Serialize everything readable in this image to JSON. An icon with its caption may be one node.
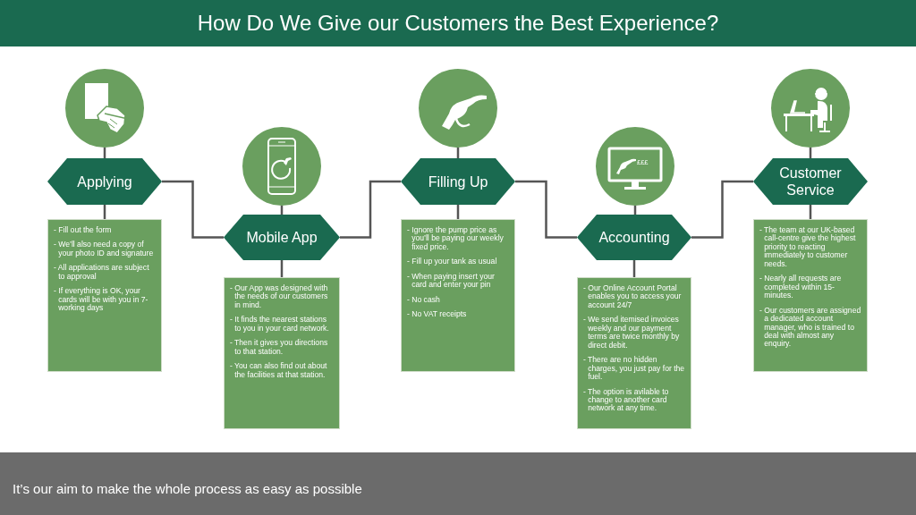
{
  "diagram": {
    "title": "How Do We Give our Customers the Best Experience?",
    "caption": "It’s our aim to make the whole process as easy as possible",
    "nodes": [
      {
        "text": [],
        "shape": "circle"
      },
      {
        "text": [
          "Applying"
        ]
      },
      {
        "text": [
          "- Fill out the form",
          "- We’ll also need a copy of your photo ID and signature",
          "- All applications are subject to approval",
          "- If everything is OK, your cards will be with you in 7-working days"
        ]
      },
      {
        "text": [],
        "shape": "circle"
      },
      {
        "text": [
          "Mobile App"
        ]
      },
      {
        "text": [
          "- Our App was designed with the needs of our customers in mind.",
          "- It finds the nearest stations to you in your card network.",
          "- Then it gives you directions to that station.",
          "- You can also find out about the facilities at that station."
        ]
      },
      {
        "text": [],
        "shape": "circle"
      },
      {
        "text": [
          "Filling Up"
        ]
      },
      {
        "text": [
          "- Ignore the pump price as you’ll be paying our weekly fixed price.",
          "- Fill up your tank as usual",
          "- When paying insert your card and enter your pin",
          "- No cash",
          "- No VAT receipts"
        ]
      },
      {
        "text": [],
        "shape": "circle"
      },
      {
        "text": [
          "Accounting"
        ]
      },
      {
        "text": [
          "- Our Online Account Portal enables you to access your account 24/7",
          "- We send itemised invoices weekly and our payment terms are twice monthly by direct debit.",
          "- There are no hidden charges, you just pay for the fuel.",
          "- The option is avilable to change to another card network at any time."
        ]
      },
      {
        "text": [],
        "shape": "circle"
      },
      {
        "text": [
          "Customer Service"
        ]
      },
      {
        "text": [
          "- The team at our UK-based call-centre give the highest priority to reacting immediately to customer needs.",
          "- Nearly all requests are completed within 15-minutes.",
          "- Our customers are assigned a dedicated account manager, who is trained to deal with almost any enquiry."
        ]
      }
    ],
    "edges": [
      {
        "from": 0,
        "to": 1,
        "arrow": "none"
      },
      {
        "from": 1,
        "to": 2,
        "arrow": "none"
      },
      {
        "from": 1,
        "to": 4,
        "arrow": "none"
      },
      {
        "from": 3,
        "to": 4,
        "arrow": "none"
      },
      {
        "from": 4,
        "to": 5,
        "arrow": "none"
      },
      {
        "from": 4,
        "to": 7,
        "arrow": "none"
      },
      {
        "from": 6,
        "to": 7,
        "arrow": "none"
      },
      {
        "from": 7,
        "to": 8,
        "arrow": "none"
      },
      {
        "from": 7,
        "to": 10,
        "arrow": "none"
      },
      {
        "from": 9,
        "to": 10,
        "arrow": "none"
      },
      {
        "from": 10,
        "to": 11,
        "arrow": "none"
      },
      {
        "from": 10,
        "to": 13,
        "arrow": "none"
      },
      {
        "from": 12,
        "to": 13,
        "arrow": "none"
      },
      {
        "from": 13,
        "to": 14,
        "arrow": "none"
      }
    ],
    "labels": [
      "£££"
    ]
  }
}
